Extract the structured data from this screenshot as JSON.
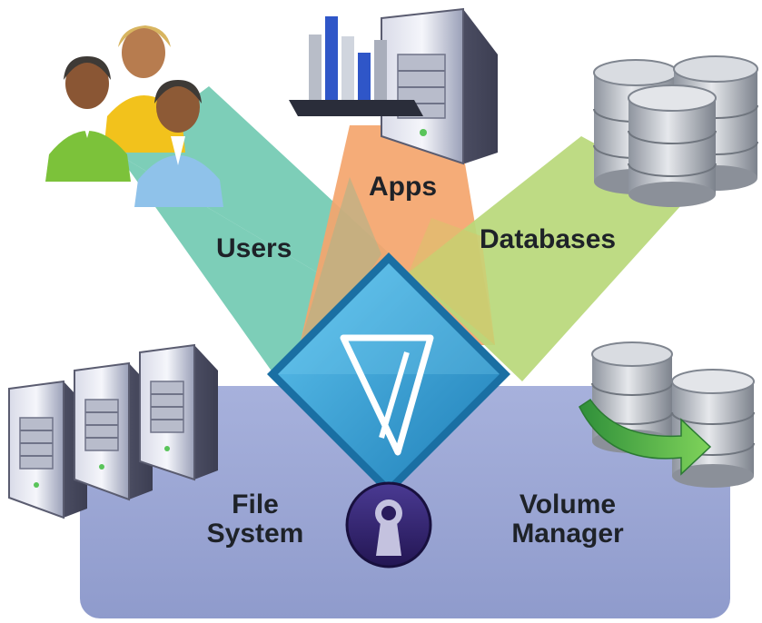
{
  "labels": {
    "users": "Users",
    "apps": "Apps",
    "databases": "Databases",
    "file_system_line1": "File",
    "file_system_line2": "System",
    "volume_manager_line1": "Volume",
    "volume_manager_line2": "Manager"
  },
  "colors": {
    "base_panel": "#9aa6d3",
    "users_beam": "#6fc9b0",
    "apps_beam": "#f4a56c",
    "databases_beam": "#b9d87a",
    "diamond": "#2b98cf",
    "lock": "#3a2a78"
  },
  "icons": {
    "users": "people-group-icon",
    "apps": "server-with-bar-chart-icon",
    "databases": "database-stack-icon",
    "file_system": "server-rack-icon",
    "volume_manager": "database-migration-icon",
    "center": "v-logo-diamond-icon",
    "lock": "keyhole-lock-icon"
  }
}
